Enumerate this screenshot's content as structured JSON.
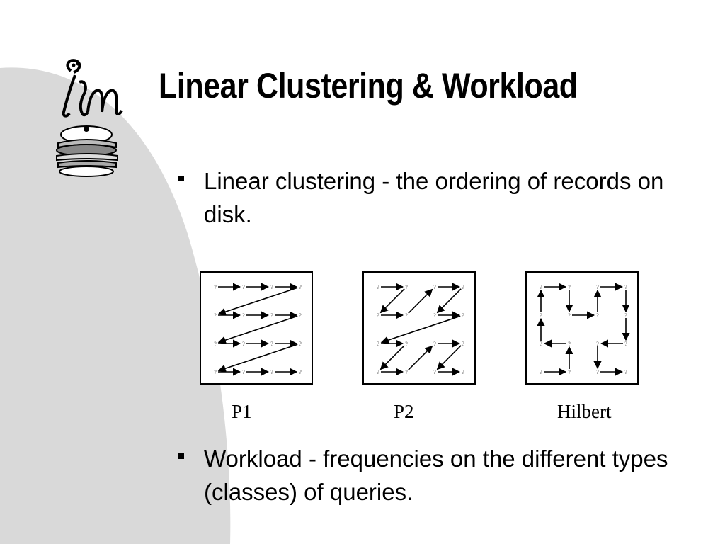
{
  "slide": {
    "title": "Linear Clustering & Workload",
    "bullets": [
      {
        "text": "Linear clustering - the ordering of records on disk."
      },
      {
        "text": "Workload - frequencies on the different types (classes) of queries."
      }
    ]
  },
  "diagrams": [
    {
      "caption": "P1",
      "grid_size": 4,
      "cell_symbol": "?",
      "path": [
        [
          0,
          0
        ],
        [
          1,
          0
        ],
        [
          2,
          0
        ],
        [
          3,
          0
        ],
        [
          0,
          1
        ],
        [
          1,
          1
        ],
        [
          2,
          1
        ],
        [
          3,
          1
        ],
        [
          0,
          2
        ],
        [
          1,
          2
        ],
        [
          2,
          2
        ],
        [
          3,
          2
        ],
        [
          0,
          3
        ],
        [
          1,
          3
        ],
        [
          2,
          3
        ],
        [
          3,
          3
        ]
      ]
    },
    {
      "caption": "P2",
      "grid_size": 4,
      "cell_symbol": "?",
      "path": [
        [
          0,
          0
        ],
        [
          1,
          0
        ],
        [
          0,
          1
        ],
        [
          1,
          1
        ],
        [
          2,
          0
        ],
        [
          3,
          0
        ],
        [
          2,
          1
        ],
        [
          3,
          1
        ],
        [
          0,
          2
        ],
        [
          1,
          2
        ],
        [
          0,
          3
        ],
        [
          1,
          3
        ],
        [
          2,
          2
        ],
        [
          3,
          2
        ],
        [
          2,
          3
        ],
        [
          3,
          3
        ]
      ]
    },
    {
      "caption": "Hilbert",
      "grid_size": 4,
      "cell_symbol": "?",
      "path": [
        [
          0,
          3
        ],
        [
          1,
          3
        ],
        [
          1,
          2
        ],
        [
          0,
          2
        ],
        [
          0,
          1
        ],
        [
          0,
          0
        ],
        [
          1,
          0
        ],
        [
          1,
          1
        ],
        [
          2,
          1
        ],
        [
          2,
          0
        ],
        [
          3,
          0
        ],
        [
          3,
          1
        ],
        [
          3,
          2
        ],
        [
          2,
          2
        ],
        [
          2,
          3
        ],
        [
          3,
          3
        ]
      ]
    }
  ],
  "colors": {
    "background": "#ffffff",
    "swoosh": "#d9d9d9",
    "text": "#000000"
  },
  "icons": [
    "im-logo-icon",
    "sandwich-logo-icon",
    "square-bullet-icon"
  ]
}
